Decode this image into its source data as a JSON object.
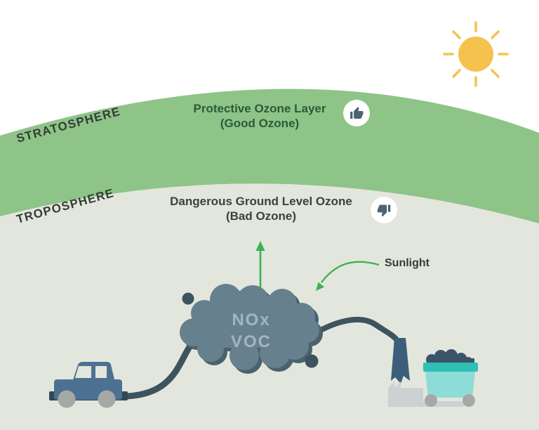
{
  "colors": {
    "sky_bg": "#ffffff",
    "stratosphere_band": "#8ec487",
    "troposphere_bg": "#e3e6dc",
    "sun_yellow": "#f6c24e",
    "label_dark": "#333d38",
    "good_ozone_text": "#2b5a3c",
    "bad_ozone_text": "#3a4242",
    "arrow_green": "#3cb155",
    "cloud_body": "#67808d",
    "cloud_shadow": "#4b616e",
    "smoke_trail": "#3d535e",
    "pollutant_text": "#a3b6bd",
    "car_body": "#4d7191",
    "car_dark": "#32485a",
    "wheel_gray": "#a6a8a6",
    "chimney_blue": "#3c5e7a",
    "building_gray": "#ccd1d2",
    "bin_rim_teal": "#2fbfb4",
    "bin_body_teal": "#8edcd7",
    "trash_dark": "#3d5468",
    "icon_slate": "#4c6374",
    "icon_circle": "#ffffff"
  },
  "layers": {
    "stratosphere": "STRATOSPHERE",
    "troposphere": "TROPOSPHERE"
  },
  "good_ozone": {
    "line1": "Protective Ozone Layer",
    "line2": "(Good Ozone)"
  },
  "bad_ozone": {
    "line1": "Dangerous Ground Level Ozone",
    "line2": "(Bad Ozone)"
  },
  "annotations": {
    "sunlight": "Sunlight"
  },
  "emissions": {
    "line1": "NOx",
    "line2": "VOC"
  }
}
